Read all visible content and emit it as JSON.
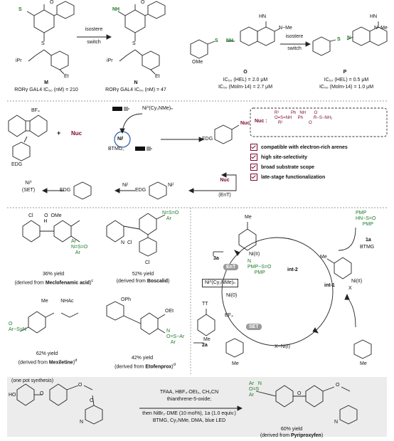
{
  "top": {
    "isostere_switch_1": [
      "isostere",
      "switch"
    ],
    "isostere_switch_2": [
      "isostere",
      "switch"
    ],
    "M": {
      "letter": "M",
      "sub": "RORγ GAL4 IC₅₀ (nM) = 210"
    },
    "N": {
      "letter": "N",
      "sub": "RORγ GAL4 IC₅₀ (nM) = 47"
    },
    "O": {
      "letter": "O",
      "line1": "IC₅₀ (HEL) = 2.0 μM",
      "line2": "IC₅₀ (Molm-14) = 2.7 μM"
    },
    "P": {
      "letter": "P",
      "line1": "IC₅₀ (HEL) = 0.5 μM",
      "line2": "IC₅₀ (Molm-14) = 1.0 μM"
    },
    "atoms": {
      "iPr": "iPr",
      "Et": "Et",
      "NH": "NH",
      "HN": "HN",
      "N": "N",
      "S": "S",
      "O": "O",
      "OMe": "OMe",
      "Me": "Me",
      "NMe": "N−Me"
    }
  },
  "middle": {
    "plus": "+",
    "nuc": "Nuc",
    "bf4": "BF₄",
    "edg": "EDG",
    "ni_complex": "Ni⁰(Cy₂NMe)ₙ",
    "ni_i": "Niᴵ",
    "btmg": "BTMG,",
    "ni0_set": [
      "Ni⁰",
      "(SET)"
    ],
    "ni_i_label": "Niᴵ",
    "nuc_ent": [
      "Nuc",
      "(EnT)"
    ],
    "nuc_legend": "Nuc :",
    "features": [
      "compatible with electron-rich arenes",
      "high site-selectivity",
      "broad substrate scope",
      "late-stage functionalization"
    ]
  },
  "examples": [
    {
      "yield": "36% yield",
      "from_prefix": "(derived from ",
      "drug": "Meclofenamic acid",
      "sup": "c"
    },
    {
      "yield": "52% yield",
      "from_prefix": "(derived from ",
      "drug": "Boscalid",
      "sup": ""
    },
    {
      "yield": "62% yield",
      "from_prefix": "(derived from ",
      "drug": "Mexiletine",
      "sup": "d"
    },
    {
      "yield": "42% yield",
      "from_prefix": "(derived from ",
      "drug": "Etofenprox",
      "sup": "d"
    }
  ],
  "cycle": {
    "EnT": "EnT",
    "SET": "SET",
    "3a": "3a",
    "ni0": "Ni(0)",
    "ni0_complex": "Ni⁰(Cy₂NMe)ₙ",
    "int2": "int-2",
    "int1": "int-1",
    "ni2": "Ni(II)",
    "ni2b": "Ni(II)",
    "x": "X",
    "xni1": "X−Ni(I)",
    "btmg": "BTMG",
    "1a": "1a",
    "2a": "2a",
    "bf4": "BF₄",
    "pmp": "PMP",
    "hn": "HN",
    "tt": "TT",
    "me": "Me"
  },
  "bottom": {
    "onepot": "(one pot synthesis)",
    "cond1": "TFAA, HBF₄·OEt₂, CH₃CN",
    "cond2": "thianthrene-5-oxide;",
    "cond3": "then  NiBr₂·DME (10 mol%), 1a (1.0 equiv.)",
    "cond4": "BTMG, Cy₂NMe, DMA, blue LED",
    "yield": "60% yield",
    "from_prefix": "(derived from ",
    "drug": "Pyriproxyfen"
  }
}
